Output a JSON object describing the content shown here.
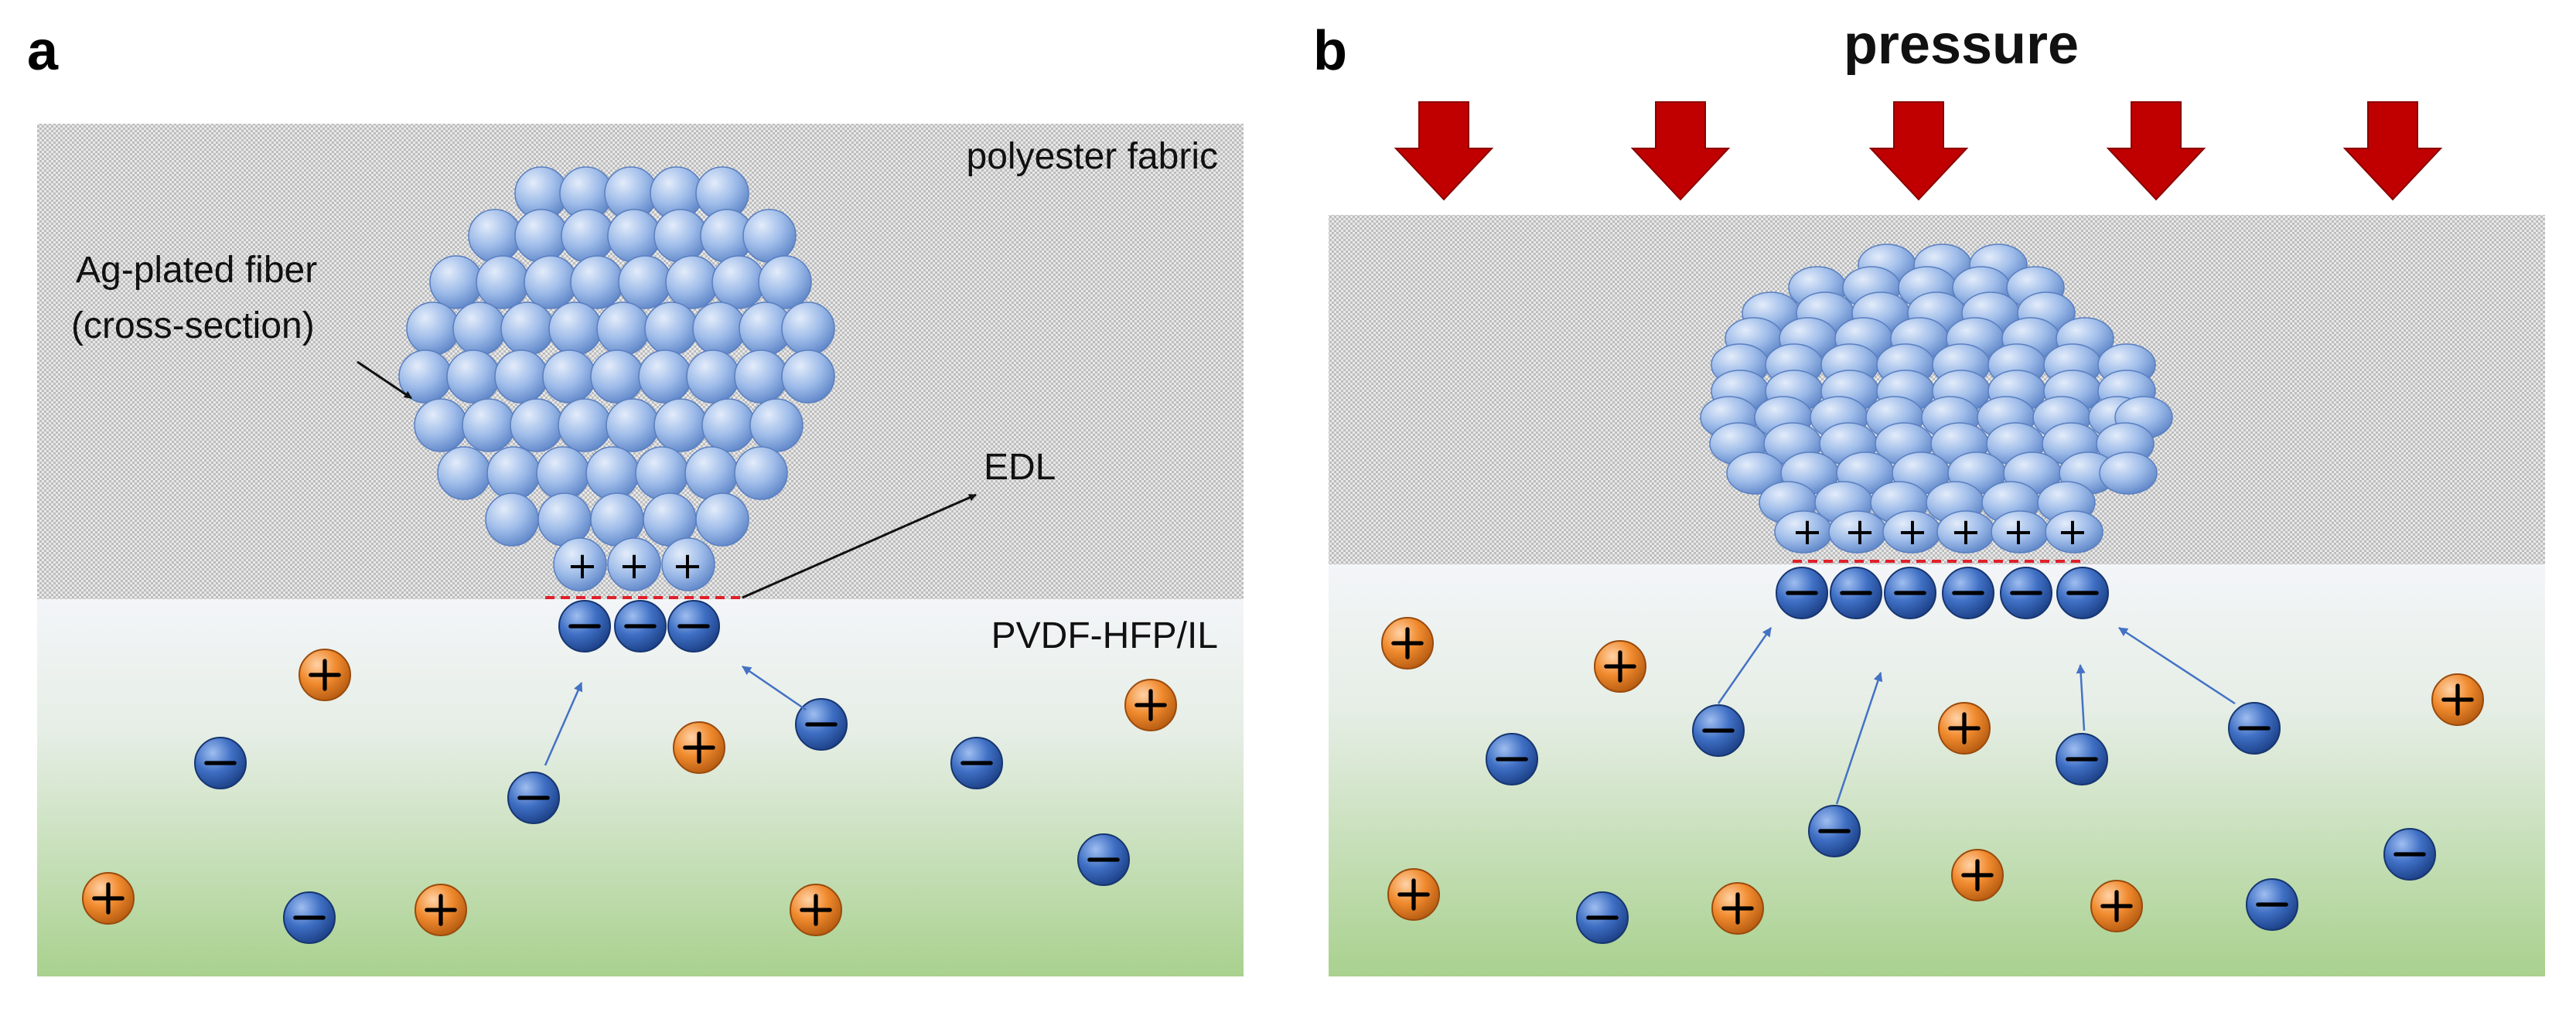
{
  "panel_a": {
    "letter": "a",
    "fabric_label": "polyester fabric",
    "fiber_label_line1": "Ag-plated fiber",
    "fiber_label_line2": "(cross-section)",
    "edl_label": "EDL",
    "electrolyte_label": "PVDF-HFP/IL"
  },
  "panel_b": {
    "letter": "b",
    "pressure_label": "pressure"
  },
  "symbols": {
    "plus": "+",
    "minus": "−"
  },
  "colors": {
    "fabric": "#d9d9d9",
    "electrolyte_top": "#f2f4f6",
    "electrolyte_bottom": "#a8d08d",
    "filament": "#8fb1e6",
    "anion": "#2f5aa8",
    "cation": "#e6812a",
    "arrow": "#c00000",
    "edl_line": "#e0202a",
    "ion_arrow": "#4472c4"
  }
}
